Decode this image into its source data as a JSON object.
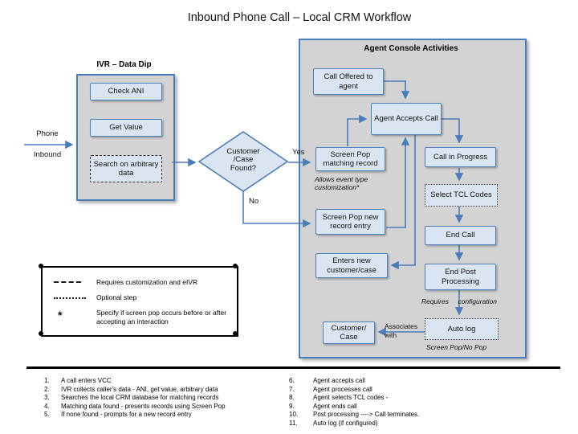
{
  "title": "Inbound Phone Call – Local CRM Workflow",
  "colors": {
    "box_fill": "#dbe5f1",
    "box_border": "#4f81bd",
    "arrow": "#4a7ebb",
    "panel_gray": "#d3d3d3",
    "legend_border": "#000000"
  },
  "flow": {
    "inbound": {
      "top": "Phone",
      "bottom": "Inbound"
    },
    "ivr": {
      "header": "IVR – Data Dip",
      "check_ani": "Check ANI",
      "get_value": "Get Value",
      "search_arbitrary": "Search on arbitrary data"
    },
    "decision": {
      "label": "Customer /Case Found?",
      "yes": "Yes",
      "no": "No"
    },
    "agent": {
      "header": "Agent Console Activities",
      "call_offered": "Call Offered to agent",
      "agent_accepts": "Agent Accepts Call",
      "screen_pop_matching": "Screen Pop matching record",
      "allows_note": "Allows event type customization*",
      "screen_pop_new": "Screen Pop new record entry",
      "call_in_progress": "Call in Progress",
      "select_tcl": "Select TCL Codes",
      "end_call": "End Call",
      "end_post": "End Post Processing",
      "requires_note": "Requires configuration",
      "auto_log": "Auto log",
      "auto_log_note": "Screen Pop/No Pop",
      "enters_new": "Enters new customer/case",
      "customer_case": "Customer/ Case",
      "associates": "Associates with"
    }
  },
  "legend": {
    "asterisk": "*",
    "items": [
      {
        "sample": "dashed-line",
        "text": "Requires customization and eIVR"
      },
      {
        "sample": "dotted-line",
        "text": "Optional step"
      },
      {
        "sample": "asterisk",
        "text": "Specify if screen pop occurs before or after accepting an interaction"
      }
    ]
  },
  "notes": {
    "left": [
      {
        "n": "1.",
        "t": "A call enters VCC"
      },
      {
        "n": "2.",
        "t": "IVR collects caller's data - ANI, get value, arbitrary data"
      },
      {
        "n": "3.",
        "t": "Searches the local CRM database for matching records"
      },
      {
        "n": "4.",
        "t": "Matching data found - presents records using Screen Pop"
      },
      {
        "n": "5.",
        "t": "If none found - prompts for a new record entry"
      }
    ],
    "right": [
      {
        "n": "6.",
        "t": "Agent accepts call"
      },
      {
        "n": "7.",
        "t": "Agent processes call"
      },
      {
        "n": "8.",
        "t": "Agent selects TCL codes -"
      },
      {
        "n": "9.",
        "t": "Agent ends call"
      },
      {
        "n": "10.",
        "t": "Post processing ----> Call terminates."
      },
      {
        "n": "11.",
        "t": "Auto log (if configured)"
      }
    ]
  }
}
